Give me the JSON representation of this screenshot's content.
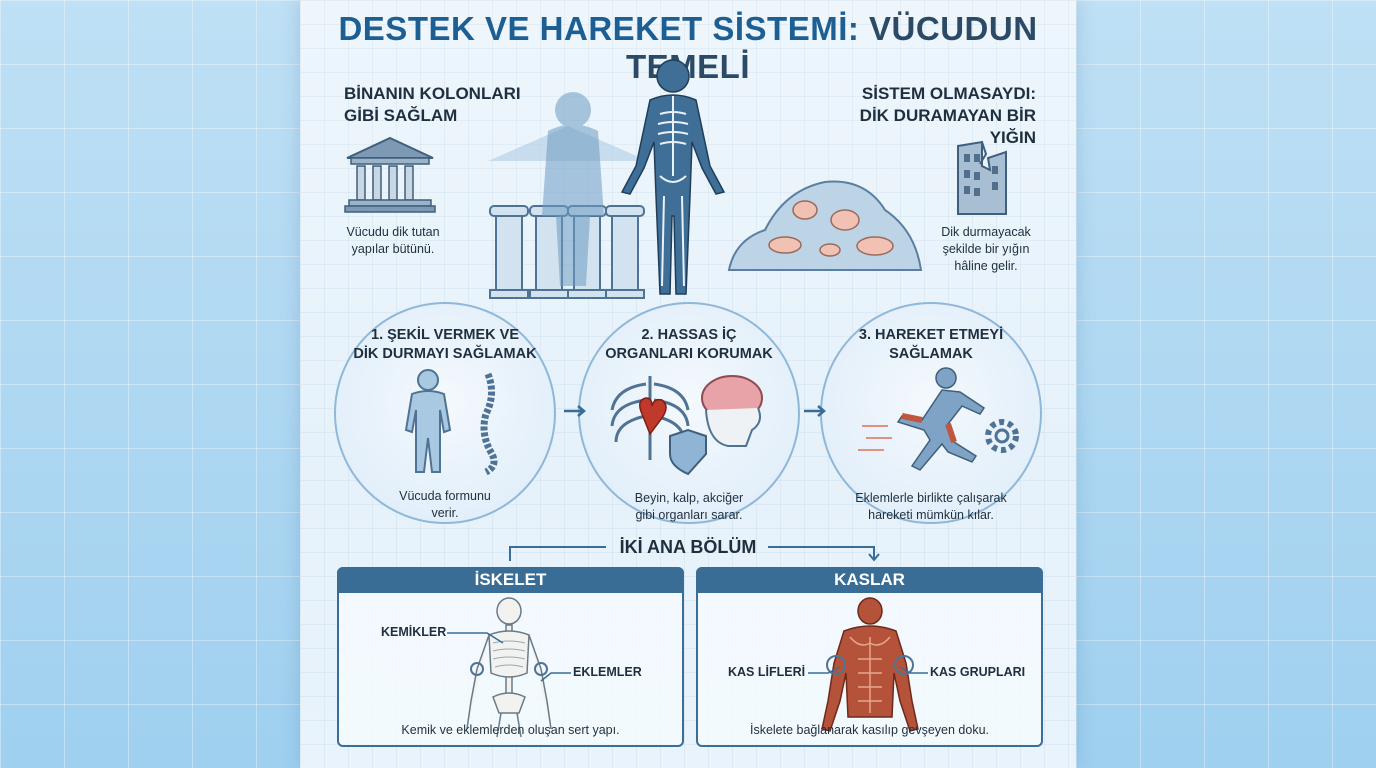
{
  "title": {
    "part1": "DESTEK VE HAREKET SİSTEMİ:",
    "part2": "VÜCUDUN TEMELİ"
  },
  "left_block": {
    "heading_line1": "BİNANIN KOLONLARI",
    "heading_line2": "GİBİ SAĞLAM",
    "caption_line1": "Vücudu dik tutan",
    "caption_line2": "yapılar bütünü."
  },
  "right_block": {
    "heading_line1": "SİSTEM OLMASAYDI:",
    "heading_line2": "DİK DURAMAYAN BİR YIĞIN",
    "caption_line1": "Dik durmayacak",
    "caption_line2": "şekilde bir yığın",
    "caption_line3": "hâline gelir."
  },
  "functions": [
    {
      "title_line1": "1. ŞEKİL VERMEK VE",
      "title_line2": "DİK DURMAYI SAĞLAMAK",
      "caption_line1": "Vücuda formunu",
      "caption_line2": "verir."
    },
    {
      "title_line1": "2. HASSAS İÇ",
      "title_line2": "ORGANLARI KORUMAK",
      "caption_line1": "Beyin, kalp, akciğer",
      "caption_line2": "gibi organları sarar."
    },
    {
      "title_line1": "3. HAREKET ETMEYİ",
      "title_line2": "SAĞLAMAK",
      "caption_line1": "Eklemlerle birlikte çalışarak",
      "caption_line2": "hareketi mümkün kılar."
    }
  ],
  "section_title": "İKİ ANA BÖLÜM",
  "parts": [
    {
      "header": "İSKELET",
      "label_a": "KEMİKLER",
      "label_b": "EKLEMLER",
      "caption": "Kemik ve eklemlerden oluşan sert yapı."
    },
    {
      "header": "KASLAR",
      "label_a": "KAS LİFLERİ",
      "label_b": "KAS GRUPLARI",
      "caption": "İskelete bağlanarak kasılıp gevşeyen doku."
    }
  ],
  "colors": {
    "accent": "#1e5f93",
    "box_header": "#3a6d95",
    "muscle": "#b5523a",
    "bone": "#f2f2f0"
  }
}
